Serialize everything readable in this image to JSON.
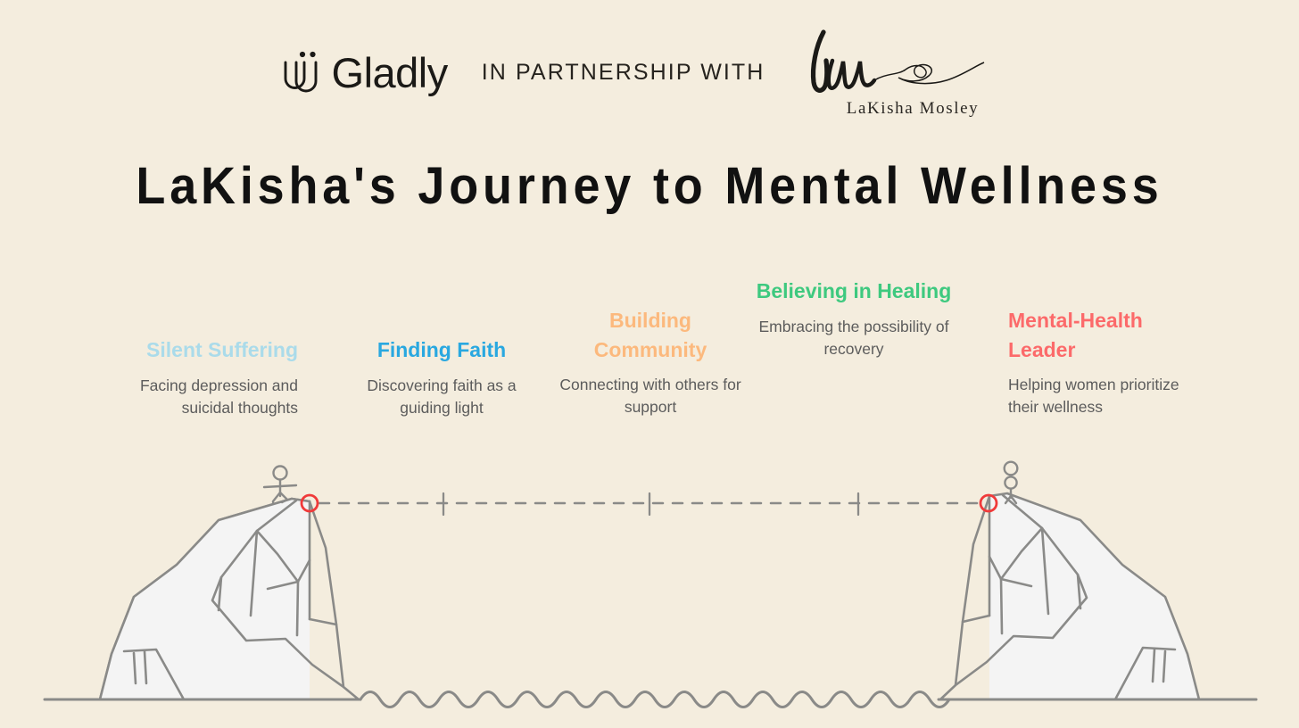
{
  "header": {
    "brand_name": "Gladly",
    "brand_mark_icon": "gladly-smile-icon",
    "partnership_text": "IN PARTNERSHIP WITH",
    "partner_logo": {
      "monogram": "lm",
      "name": "LaKisha Mosley",
      "flourish_icon": "heart-swash-icon"
    }
  },
  "title": "LaKisha's Journey to Mental Wellness",
  "colors": {
    "background": "#f4edde",
    "title": "#111111",
    "body_text": "#5c5c5c",
    "line_art": "#8a8a88",
    "mountain_fill": "#f4f4f4",
    "marker_red": "#f03a3a",
    "stage_1": "#aadbea",
    "stage_2": "#29a8e0",
    "stage_3": "#fcb97d",
    "stage_4": "#3ec97f",
    "stage_5": "#fc6a6a"
  },
  "stages": [
    {
      "title": "Silent Suffering",
      "description": "Facing depression and suicidal thoughts",
      "color": "#aadbea"
    },
    {
      "title": "Finding Faith",
      "description": "Discovering faith as a guiding light",
      "color": "#29a8e0"
    },
    {
      "title": "Building Community",
      "description": "Connecting with others for support",
      "color": "#fcb97d"
    },
    {
      "title": "Believing in Healing",
      "description": "Embracing the possibility of recovery",
      "color": "#3ec97f"
    },
    {
      "title": "Mental-Health Leader",
      "description": "Helping women prioritize their wellness",
      "color": "#fc6a6a"
    }
  ],
  "illustration": {
    "left_peak_icon": "mountain-peak-left-icon",
    "right_peak_icon": "mountain-peak-right-icon",
    "left_figure_icon": "stick-figure-walking-icon",
    "right_figure_icon": "stick-figure-standing-icon",
    "left_marker_icon": "anchor-point-circle-icon",
    "right_marker_icon": "anchor-point-circle-icon",
    "connector_icon": "dashed-bridge-line-icon",
    "water_icon": "wavy-water-line-icon",
    "tick_count": 3
  }
}
